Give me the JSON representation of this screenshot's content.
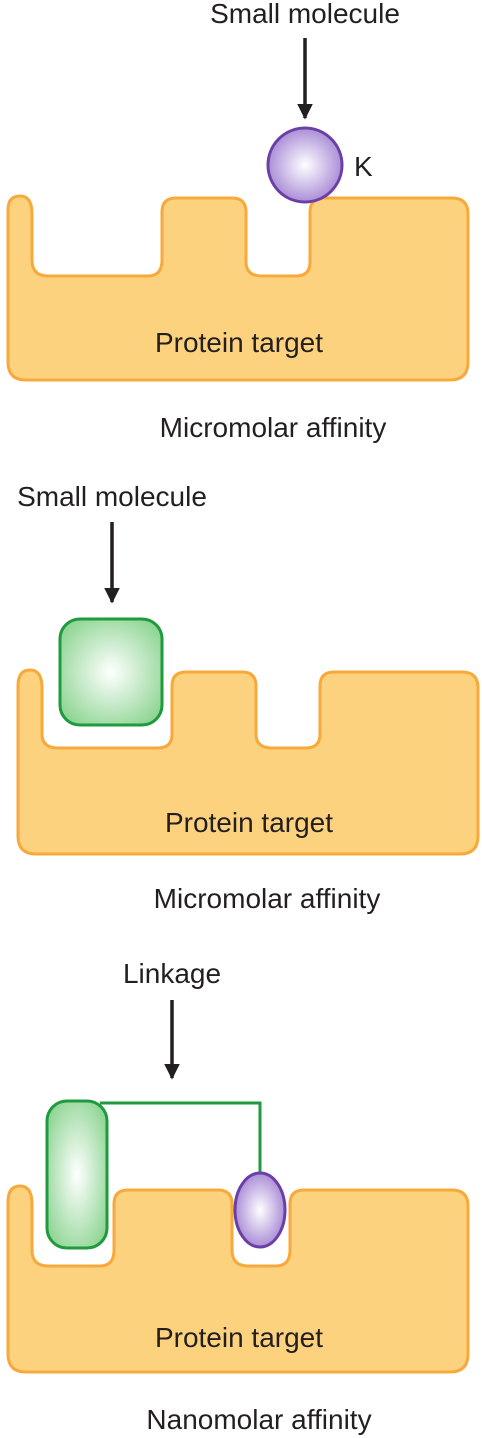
{
  "panels": [
    {
      "arrow_label": "Small molecule",
      "ligand_label": "K",
      "target_label": "Protein target",
      "affinity_label": "Micromolar affinity"
    },
    {
      "arrow_label": "Small molecule",
      "target_label": "Protein target",
      "affinity_label": "Micromolar affinity"
    },
    {
      "arrow_label": "Linkage",
      "target_label": "Protein target",
      "affinity_label": "Nanomolar affinity"
    }
  ],
  "colors": {
    "protein_fill": "#fcd27e",
    "protein_stroke": "#f7a93b",
    "green_fill": "#9fdba3",
    "green_stroke": "#1f9a3e",
    "purple_fill": "#a98ad6",
    "purple_stroke": "#6b3fa6",
    "arrow": "#231f20"
  }
}
